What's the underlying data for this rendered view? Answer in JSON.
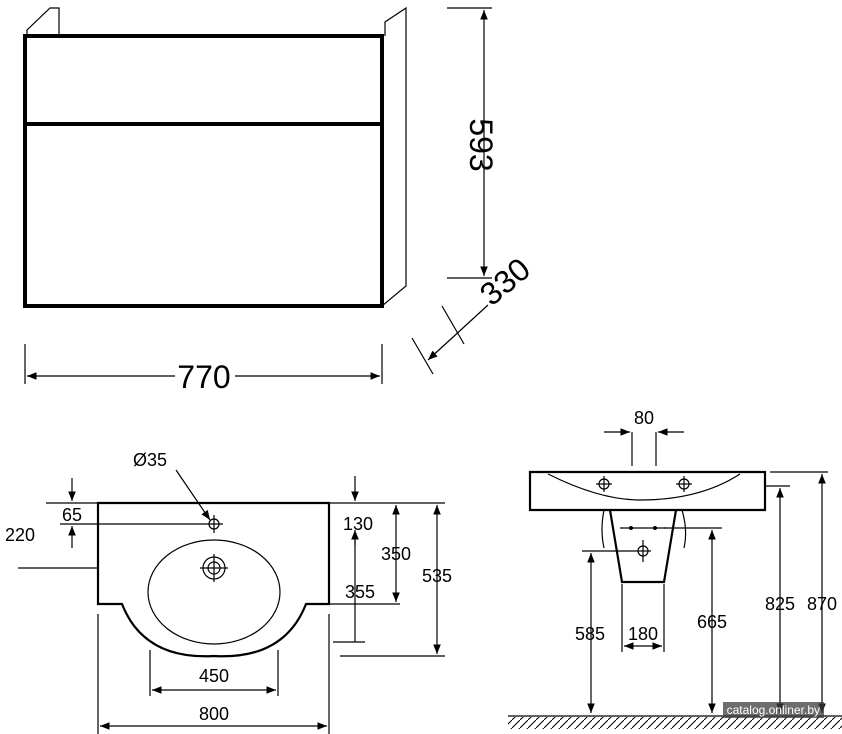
{
  "cabinet": {
    "height": "593",
    "depth": "330",
    "width": "770"
  },
  "basin_top": {
    "hole_diameter": "Ø35",
    "dim_65": "65",
    "dim_220": "220",
    "dim_130": "130",
    "dim_350": "350",
    "dim_355": "355",
    "dim_535": "535",
    "bowl_width": "450",
    "overall_width": "800"
  },
  "basin_side": {
    "dim_80": "80",
    "pedestal_width": "180",
    "height_585": "585",
    "height_665": "665",
    "height_825": "825",
    "height_870": "870"
  },
  "watermark": "catalog.onliner.by"
}
